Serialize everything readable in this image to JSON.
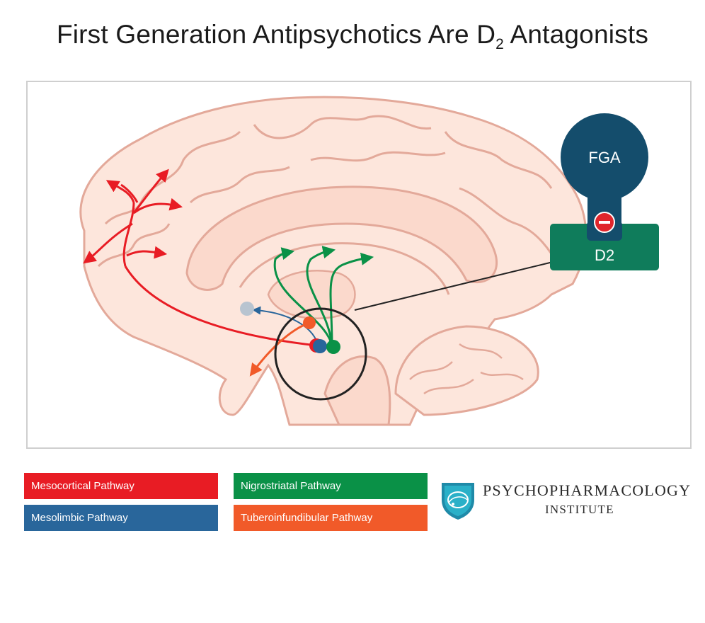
{
  "title": {
    "main": "First Generation Antipsychotics Are D",
    "subscript": "2",
    "suffix": " Antagonists"
  },
  "diagram": {
    "drug_label": "FGA",
    "receptor_label": "D2",
    "inhibit_symbol": "−",
    "drug_color": "#144d6c",
    "receptor_color": "#0f7c5b",
    "inhibit_color": "#e0262c"
  },
  "legend": {
    "mesocortical": {
      "label": "Mesocortical Pathway",
      "color": "#e81c24"
    },
    "nigrostriatal": {
      "label": "Nigrostriatal Pathway",
      "color": "#0a9147"
    },
    "mesolimbic": {
      "label": "Mesolimbic Pathway",
      "color": "#29669b"
    },
    "tuberoinfundibular": {
      "label": "Tuberoinfundibular Pathway",
      "color": "#f15a29"
    }
  },
  "logo": {
    "line1": "PSYCHOPHARMACOLOGY",
    "line2": "INSTITUTE",
    "icon": "brain-shield-icon"
  }
}
